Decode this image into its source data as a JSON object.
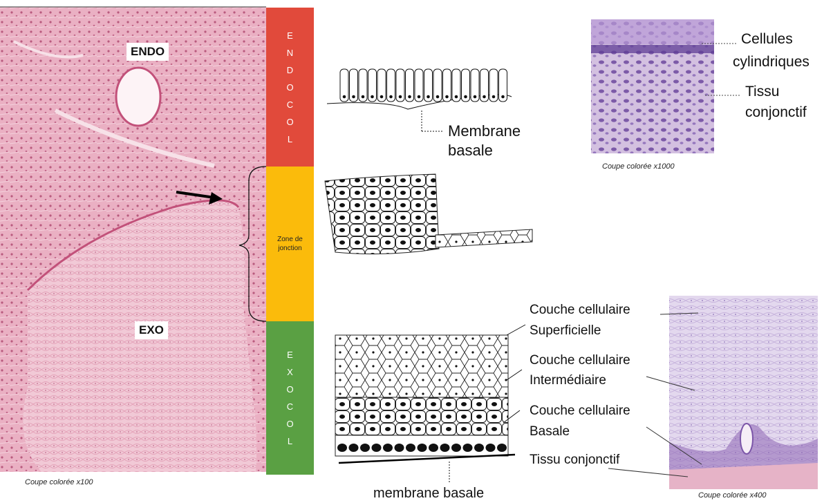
{
  "micrograph_main": {
    "tag_endo": "ENDO",
    "tag_exo": "EXO",
    "caption": "Coupe colorée x100"
  },
  "column_bands": {
    "endocol": {
      "letters": [
        "E",
        "N",
        "D",
        "O",
        "C",
        "O",
        "L"
      ],
      "color": "#e14a3b"
    },
    "junction": {
      "label": "Zone de jonction",
      "color": "#fbbb0b"
    },
    "exocol": {
      "letters": [
        "E",
        "X",
        "O",
        "C",
        "O",
        "L"
      ],
      "color": "#5aa043"
    }
  },
  "columnar_epithelium": {
    "membrane_label_1": "Membrane",
    "membrane_label_2": "basale"
  },
  "micrograph_x1000": {
    "label_cells_1": "Cellules",
    "label_cells_2": "cylindriques",
    "label_tissue_1": "Tissu",
    "label_tissue_2": "conjonctif",
    "caption": "Coupe colorée x1000"
  },
  "stratified_epithelium": {
    "layer_superficial_1": "Couche cellulaire",
    "layer_superficial_2": "Superficielle",
    "layer_intermediate_1": "Couche cellulaire",
    "layer_intermediate_2": "Intermédiaire",
    "layer_basal_1": "Couche cellulaire",
    "layer_basal_2": "Basale",
    "tissue": "Tissu conjonctif",
    "membrane": "membrane basale"
  },
  "micrograph_x400": {
    "caption": "Coupe colorée x400"
  },
  "colors": {
    "tissue_pink": "#e7a6bc",
    "tissue_dark": "#c9708f",
    "purple_stain": "#a98cc7"
  }
}
